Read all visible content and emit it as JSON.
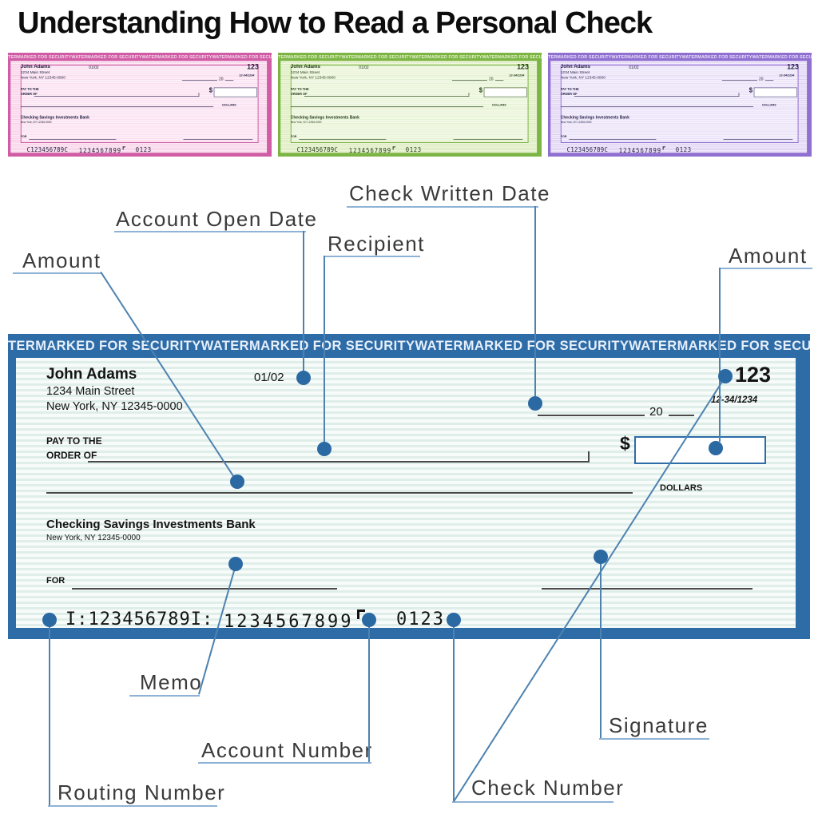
{
  "title": "Understanding How to Read a Personal Check",
  "banner": {
    "segments": [
      "TERMARKED FOR SECURITY",
      "WATERMARKED FOR SECURITY",
      "WATERMARKED FOR SECURITY",
      "WATERMARKED FOR SECU"
    ]
  },
  "check": {
    "payer_name": "John Adams",
    "payer_address1": "1234 Main Street",
    "payer_address2": "New York, NY 12345-0000",
    "written_date": "01/02",
    "check_number": "123",
    "fraction_code": "12-34/1234",
    "date_year_prefix": "20",
    "pay_label1": "PAY TO THE",
    "pay_label2": "ORDER OF",
    "dollar_sign": "$",
    "dollars_label": "DOLLARS",
    "bank_name": "Checking Savings Investments Bank",
    "bank_address": "New York, NY 12345-0000",
    "memo_label": "FOR",
    "micr_routing": "I:123456789I:",
    "micr_routing_mini": "C123456789C",
    "micr_account": "1234567899",
    "micr_check_number": "0123"
  },
  "callouts": {
    "check_written_date": "Check Written Date",
    "account_open_date": "Account Open Date",
    "recipient": "Recipient",
    "amount_left": "Amount",
    "amount_right": "Amount",
    "memo": "Memo",
    "account_number": "Account Number",
    "routing_number": "Routing Number",
    "signature": "Signature",
    "check_number": "Check Number"
  },
  "colors": {
    "connector": "#4d82b0",
    "underline": "#8fb3d6",
    "dot": "#2b69a3",
    "title_text": "#0d0d0d",
    "label_text": "#3a3a3a"
  },
  "themes": {
    "blue": {
      "frame": "#2e6ca8",
      "stripe": "#e0eeea",
      "bg": "#f7fbfa",
      "line": "#4a4a4a",
      "text": "#141414",
      "box": "#2e6ca8",
      "bannertext": "#e6effa"
    },
    "pink": {
      "frame": "#cf5ca4",
      "stripe": "#f7cde6",
      "bg": "#fce9f4",
      "line": "#37325a",
      "text": "#23203f",
      "box": "#55517a",
      "bannertext": "#f6d7ea"
    },
    "green": {
      "frame": "#7cb544",
      "stripe": "#d9ebbc",
      "bg": "#eef6dd",
      "line": "#2f4d20",
      "text": "#1f3a14",
      "box": "#4a6b33",
      "bannertext": "#e3f2cb"
    },
    "purple": {
      "frame": "#8f6fd0",
      "stripe": "#ded0f3",
      "bg": "#f0eafa",
      "line": "#3c3560",
      "text": "#28234a",
      "box": "#5b5489",
      "bannertext": "#e9e0f8"
    }
  }
}
